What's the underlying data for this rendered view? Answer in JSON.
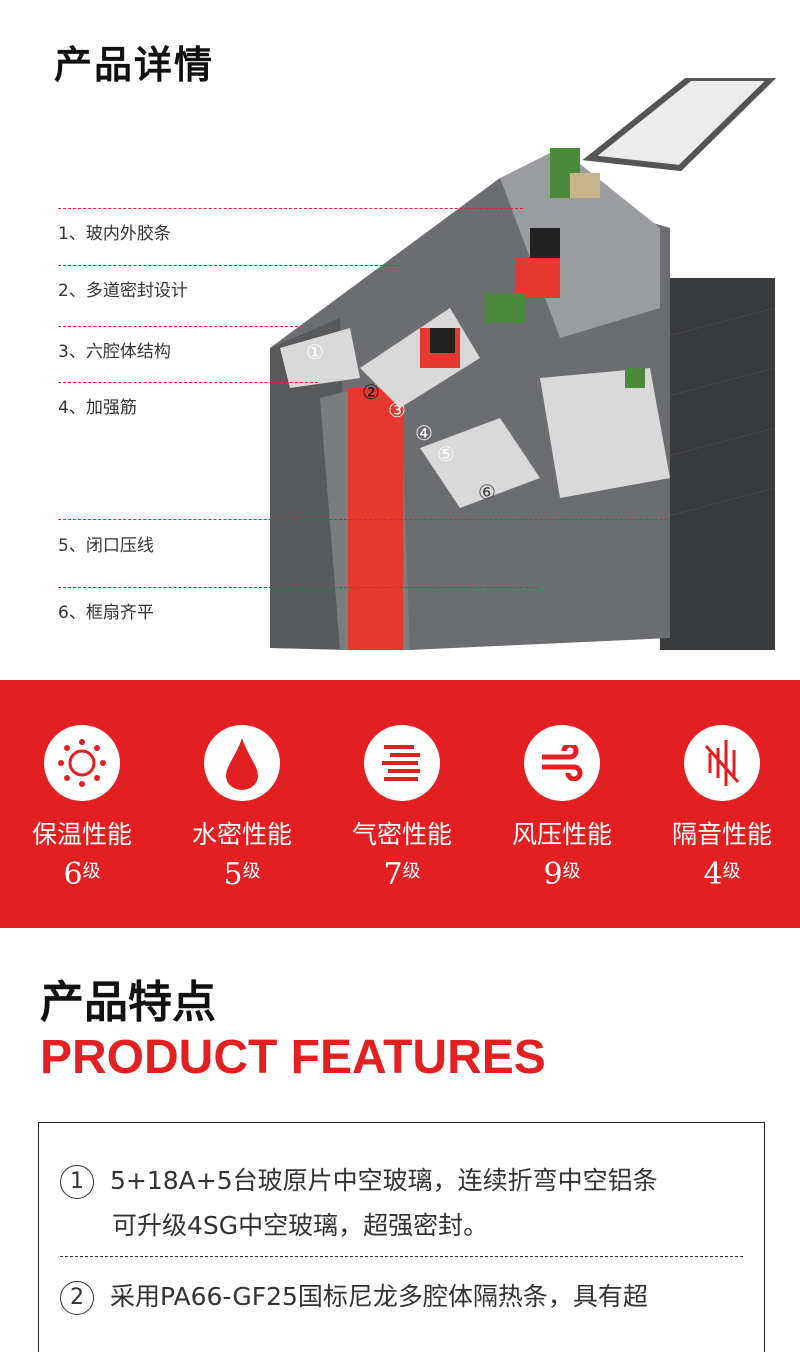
{
  "detail": {
    "title": "产品详情",
    "labels": [
      "1、玻内外胶条",
      "2、多道密封设计",
      "3、六腔体结构",
      "4、加强筋",
      "5、闭口压线",
      "6、框扇齐平"
    ],
    "markers": [
      "①",
      "②",
      "③",
      "④",
      "⑤",
      "⑥"
    ]
  },
  "performance": [
    {
      "icon": "sun-icon",
      "label": "保温性能",
      "grade": "6",
      "unit": "级"
    },
    {
      "icon": "water-drop-icon",
      "label": "水密性能",
      "grade": "5",
      "unit": "级"
    },
    {
      "icon": "air-lines-icon",
      "label": "气密性能",
      "grade": "7",
      "unit": "级"
    },
    {
      "icon": "wind-icon",
      "label": "风压性能",
      "grade": "9",
      "unit": "级"
    },
    {
      "icon": "sound-insulation-icon",
      "label": "隔音性能",
      "grade": "4",
      "unit": "级"
    }
  ],
  "features": {
    "title": "产品特点",
    "title_en": "PRODUCT FEATURES",
    "items": [
      {
        "num": "1",
        "lines": [
          "5+18A+5台玻原片中空玻璃，连续折弯中空铝条",
          "可升级4SG中空玻璃，超强密封。"
        ]
      },
      {
        "num": "2",
        "lines": [
          "采用PA66-GF25国标尼龙多腔体隔热条，具有超"
        ]
      }
    ]
  },
  "colors": {
    "accent": "#e41f22",
    "profile": "#6b6d70"
  }
}
